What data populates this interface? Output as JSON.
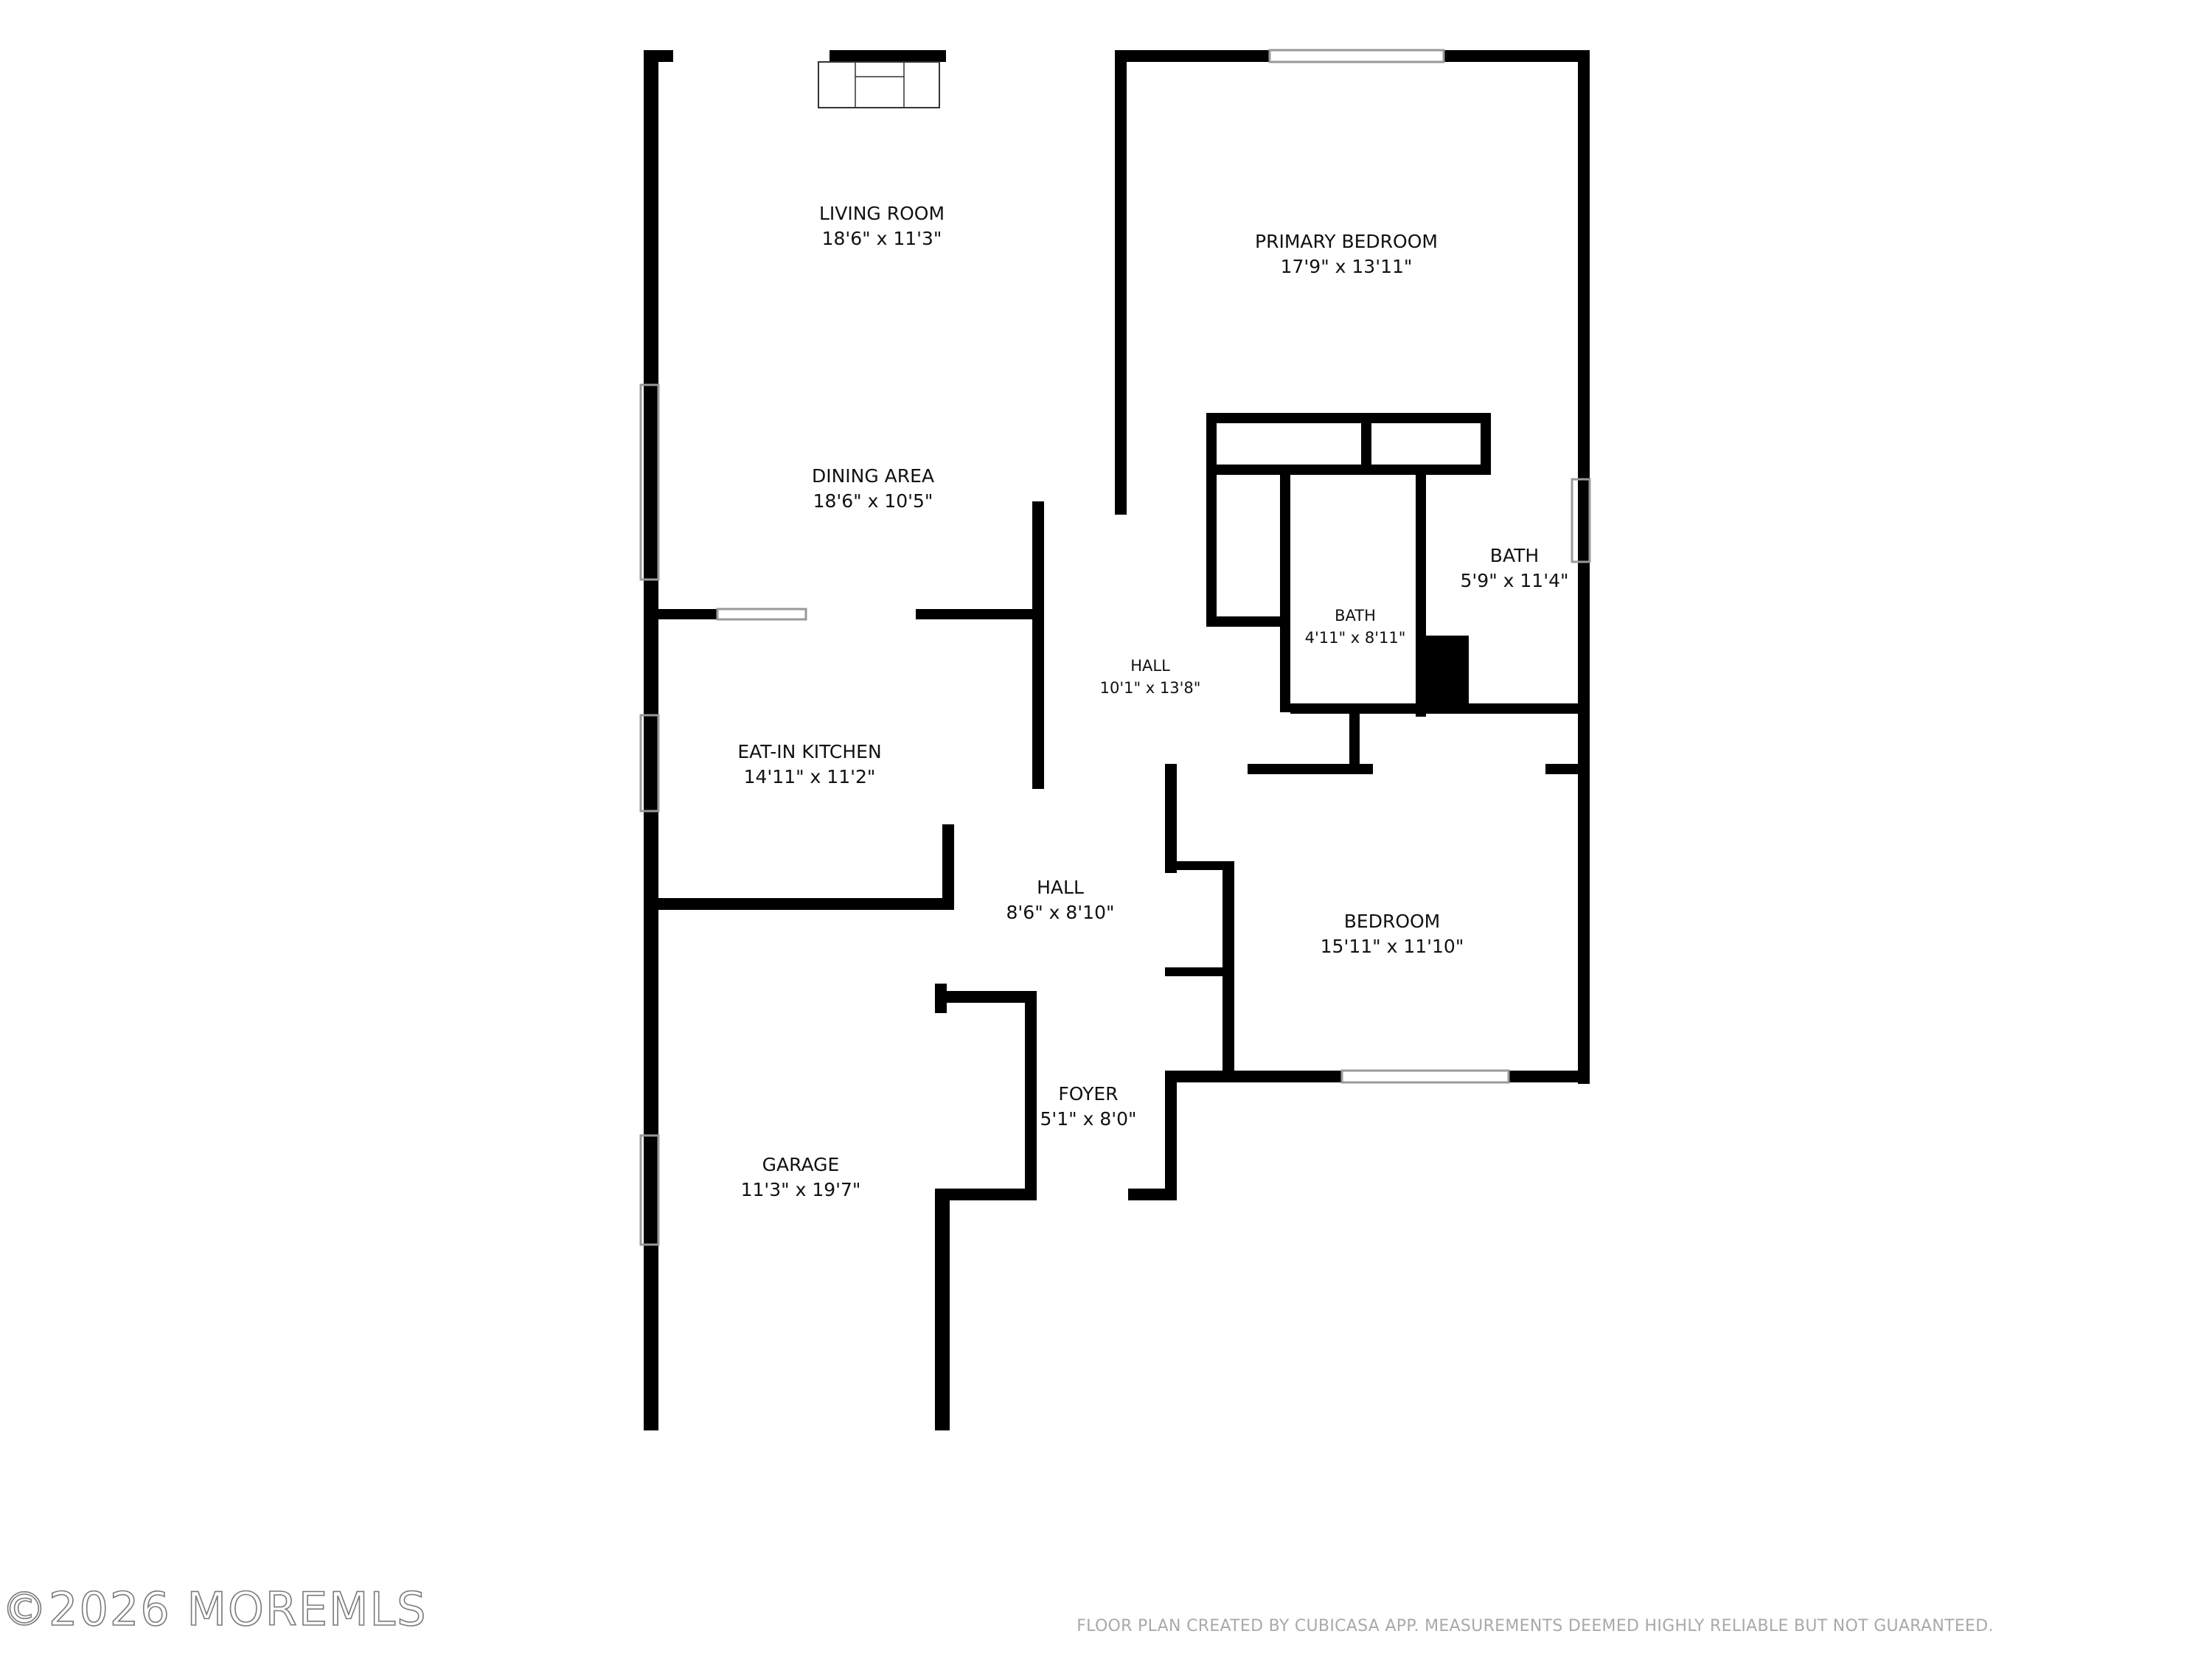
{
  "rooms": {
    "living_room": {
      "name": "LIVING ROOM",
      "dims": "18'6\" x 11'3\""
    },
    "dining_area": {
      "name": "DINING AREA",
      "dims": "18'6\" x 10'5\""
    },
    "primary_bedroom": {
      "name": "PRIMARY BEDROOM",
      "dims": "17'9\" x 13'11\""
    },
    "bath_large": {
      "name": "BATH",
      "dims": "5'9\" x 11'4\""
    },
    "bath_small": {
      "name": "BATH",
      "dims": "4'11\" x 8'11\""
    },
    "hall_upper": {
      "name": "HALL",
      "dims": "10'1\" x 13'8\""
    },
    "eat_in_kitchen": {
      "name": "EAT-IN KITCHEN",
      "dims": "14'11\" x 11'2\""
    },
    "hall_lower": {
      "name": "HALL",
      "dims": "8'6\" x 8'10\""
    },
    "bedroom": {
      "name": "BEDROOM",
      "dims": "15'11\" x 11'10\""
    },
    "foyer": {
      "name": "FOYER",
      "dims": "5'1\" x 8'0\""
    },
    "garage": {
      "name": "GARAGE",
      "dims": "11'3\" x 19'7\""
    }
  },
  "footer": {
    "note": "FLOOR PLAN CREATED BY CUBICASA APP. MEASUREMENTS DEEMED HIGHLY RELIABLE BUT NOT GUARANTEED.",
    "watermark": "©2026 MOREMLS"
  },
  "colors": {
    "wall": "#000000",
    "window": "#9a9a9a",
    "text": "#111111",
    "footer": "#a9a9a9"
  }
}
